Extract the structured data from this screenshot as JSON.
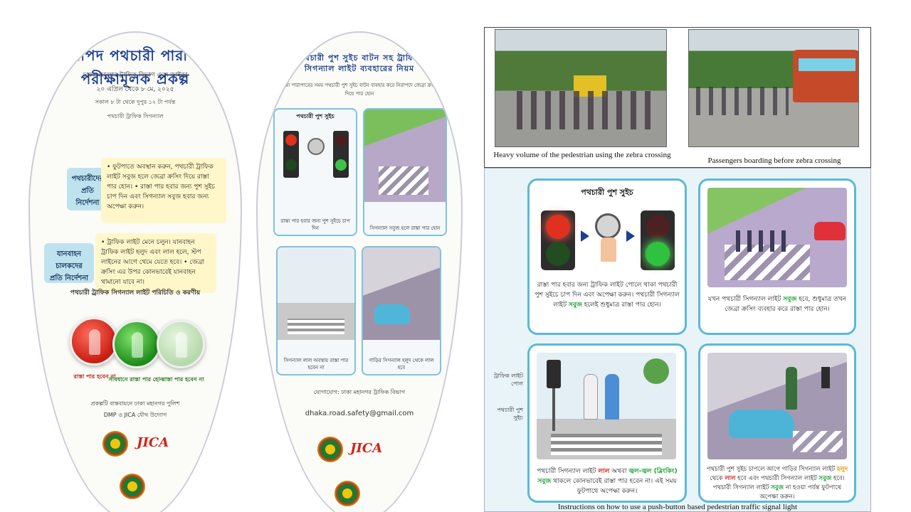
{
  "fan_left": {
    "title": "নিরাপদ পথচারী পারাপার পরীক্ষামূলক প্রকল্প",
    "subtitle": "ঢাকা মহানগর ট্রাফিক বিভাগ এবং জাইকা",
    "date_line": "২০ এপ্রিল থেকে ৮ মে, ২০২৫",
    "time_line": "সকাল ৮ টা থেকে দুপুর ১২ টা পর্যন্ত",
    "org_line": "পথচারী ট্রাফিক সিগন্যাল",
    "pedestrian_tag": "পথচারীদের প্রতি নির্দেশনা",
    "pedestrian_note": "• ফুটপাতে অবস্থান করুন, পথচারী ট্রাফিক লাইট সবুজ হলে জেব্রা ক্রসিং দিয়ে রাস্তা পার হোন। • রাস্তা পার হবার জন্য পুশ সুইচ চাপ দিন এবং সিগন্যাল সবুজ হবার জন্য অপেক্ষা করুন।",
    "driver_tag": "যানবাহন চালকদের প্রতি নির্দেশনা",
    "driver_note": "• ট্রাফিক লাইট মেনে চলুন। যানবাহন ট্রাফিক লাইট হলুদ এবং লাল হলে, স্টপ লাইনের আগে থেমে যেতে হবে। • জেব্রা ক্রসিং এর উপর কোনভাবেই যানবাহন থামানো যাবে না।",
    "signal_heading": "পথচারী ট্রাফিক সিগন্যাল লাইট পরিচিতি ও করণীয়",
    "signal_caps": [
      "রাস্তা পার হবেন না",
      "সাবধানে রাস্তা পার হোন",
      "রাস্তা পার হবেন না"
    ],
    "footer_line": "প্রকল্পটি বাস্তবায়নে ঢাকা মহানগর পুলিশ",
    "sponsor_line": "DMP ও JICA যৌথ উদ্যোগ",
    "jica_logo": "JICA"
  },
  "fan_right": {
    "title": "পথচারী পুশ সুইচ বাটন সহ ট্রাফিক সিগন্যাল লাইট ব্যবহারের নিয়ম",
    "intro": "রাস্তা পারাপারের সময় পথচারী পুশ সুইচ বাটন ব্যবহার করে নিরাপদে জেব্রা ক্রসিং দিয়ে পার হোন",
    "cards": [
      {
        "head": "পথচারী পুশ সুইচ",
        "cap": "রাস্তা পার হবার জন্য পুশ সুইচে চাপ দিন"
      },
      {
        "head": "",
        "cap": "সিগন্যাল সবুজ হলে রাস্তা পার হোন"
      },
      {
        "head": "",
        "cap": "সিগন্যাল লাল অবস্থায় রাস্তা পার হবেন না"
      },
      {
        "head": "",
        "cap": "গাড়ির সিগন্যাল হলুদ থেকে লাল হবে"
      }
    ],
    "contact_line": "যোগাযোগ: ঢাকা মহানগর ট্রাফিক বিভাগ",
    "email": "dhaka.road.safety@gmail.com",
    "jica_logo": "JICA"
  },
  "photos": {
    "caption_1": "Heavy volume of the pedestrian using the zebra crossing",
    "caption_2": "Passengers boarding before zebra crossing"
  },
  "board": {
    "card1_title": "পথচারী পুশ সুইচ",
    "card1_caption_a": "রাস্তা পার হবার জন্য ট্রাফিক লাইট পোলে থাকা পথচারী পুশ সুইচে চাপ দিন এবং অপেক্ষা করুন।",
    "card1_caption_b": "পথচারী সিগন্যাল লাইট",
    "card1_green": "সবুজ",
    "card1_caption_c": "হলেই শুধুমাত্র রাস্তা পার হোন।",
    "card2_caption_a": "যখন পথচারী সিগন্যাল লাইট",
    "card2_green": "সবুজ",
    "card2_caption_b": "হবে, শুধুমাত্র তখন জেব্রা ক্রসিং ব্যবহার করে রাস্তা পার হোন।",
    "card3_label_pole": "ট্রাফিক লাইট পোল",
    "card3_label_switch": "পথচারী পুশ সুইচ",
    "card3_caption_a": "পথচারী সিগন্যাল লাইট",
    "card3_red": "লাল",
    "card3_caption_b": "অথবা",
    "card3_blink": "জ্বল-জ্বল (ব্লিংকিং)",
    "card3_green": "সবুজ",
    "card3_caption_c": "থাকলে কোনভাবেই রাস্তা পার হবেন না। এই সময় ফুটপাথে অপেক্ষা করুন।",
    "card4_caption_a": "পথচারী পুশ সুইচ চাপলে আগে গাড়ির সিগন্যাল লাইট",
    "card4_amber": "হলুদ",
    "card4_caption_b": "থেকে",
    "card4_red": "লাল",
    "card4_caption_c": "হবে এবং পথচারী সিগন্যাল লাইট",
    "card4_green": "সবুজ",
    "card4_caption_d": "হবে। পথচারী সিগন্যাল লাইট",
    "card4_green2": "সবুজ",
    "card4_caption_e": "না হওয়া পর্যন্ত ফুটপাথে অপেক্ষা করুন।",
    "bottom_caption": "Instructions on how to use a push-button based pedestrian traffic signal light"
  },
  "colors": {
    "signal_red": "#d0241a",
    "signal_green": "#22a13a",
    "signal_amber": "#e09b00",
    "card_border": "#5bb9d8",
    "title_blue": "#1e3f8f"
  }
}
